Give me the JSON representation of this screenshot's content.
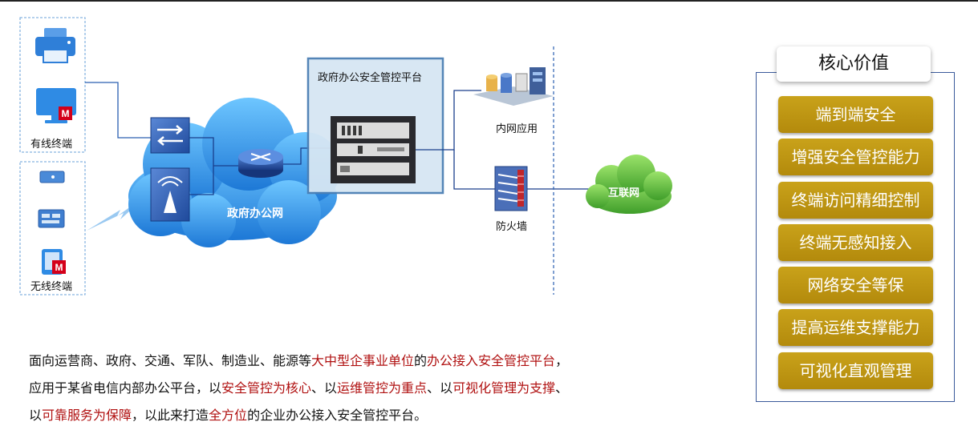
{
  "diagram": {
    "wired_terminals_label": "有线终端",
    "wireless_terminals_label": "无线终端",
    "gov_network_label": "政府办公网",
    "platform_title": "政府办公安全管控平台",
    "intranet_app_label": "内网应用",
    "firewall_label": "防火墙",
    "internet_label": "互联网",
    "badge_letter": "M"
  },
  "panel": {
    "title": "核心价值",
    "items": [
      "端到端安全",
      "增强安全管控能力",
      "终端访问精细控制",
      "终端无感知接入",
      "网络安全等保",
      "提高运维支撑能力",
      "可视化直观管理"
    ]
  },
  "description": {
    "lines": [
      [
        {
          "text": "面向运营商、政府、交通、军队、制造业、能源等",
          "hl": false
        },
        {
          "text": "大中型企事业单位",
          "hl": true
        },
        {
          "text": "的",
          "hl": false
        },
        {
          "text": "办公接入安全管控平台",
          "hl": true
        },
        {
          "text": "，",
          "hl": false
        }
      ],
      [
        {
          "text": "应用于某省电信内部办公平台，以",
          "hl": false
        },
        {
          "text": "安全管控为核心",
          "hl": true
        },
        {
          "text": "、以",
          "hl": false
        },
        {
          "text": "运维管控为重点",
          "hl": true
        },
        {
          "text": "、以",
          "hl": false
        },
        {
          "text": "可视化管理为支撑",
          "hl": true
        },
        {
          "text": "、",
          "hl": false
        }
      ],
      [
        {
          "text": "以",
          "hl": false
        },
        {
          "text": "可靠服务为保障",
          "hl": true
        },
        {
          "text": "，以此来打造",
          "hl": false
        },
        {
          "text": "全方位",
          "hl": true
        },
        {
          "text": "的企业办公接入安全管控平台。",
          "hl": false
        }
      ]
    ]
  },
  "colors": {
    "accent_gold": "#c49a16",
    "highlight_red": "#b01010",
    "badge_red": "#d4001a",
    "panel_border": "#3a5a9a",
    "cloud_blue": "#2f8ee0"
  }
}
